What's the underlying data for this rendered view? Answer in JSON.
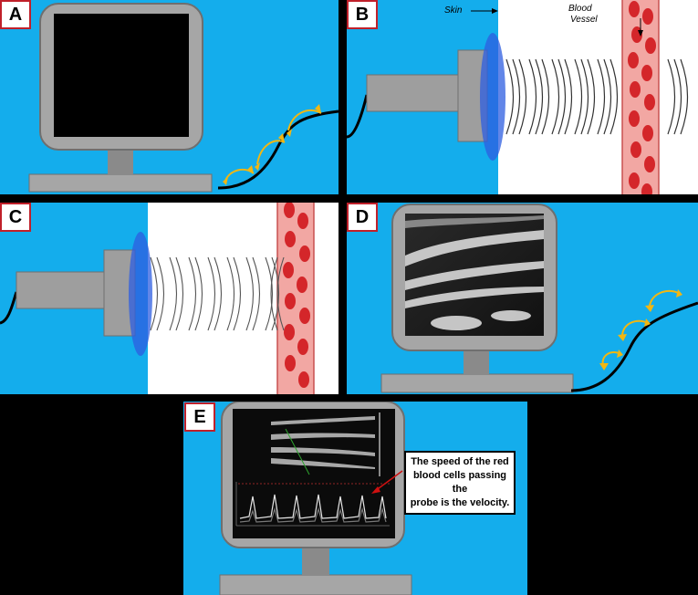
{
  "panels": {
    "A": {
      "label": "A"
    },
    "B": {
      "label": "B",
      "skin_label": "Skin",
      "vessel_label_1": "Blood",
      "vessel_label_2": "Vessel"
    },
    "C": {
      "label": "C"
    },
    "D": {
      "label": "D"
    },
    "E": {
      "label": "E",
      "callout_lines": [
        "The speed of the red",
        "blood cells passing the",
        "probe is the velocity."
      ]
    }
  },
  "colors": {
    "background_blue": "#14adec",
    "monitor_gray": "#a6a6a6",
    "monitor_border": "#6f6f6f",
    "probe_gray": "#9e9e9e",
    "gel_blue": "#2e5ee0",
    "vessel_pink": "#f2a7a3",
    "rbc_red": "#d4262a",
    "signal_yellow": "#f2b711",
    "label_border": "#c0202a",
    "callout_arrow": "#d01010"
  },
  "icons": [
    "monitor-icon",
    "ultrasound-probe-icon",
    "signal-arrow-icon",
    "blood-vessel-icon",
    "ultrasound-wave-icon"
  ]
}
